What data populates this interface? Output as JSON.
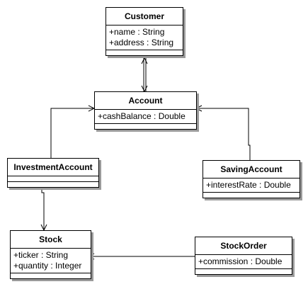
{
  "diagram": {
    "classes": [
      {
        "id": "customer",
        "name": "Customer",
        "attributes": [
          "+name : String",
          "+address : String"
        ]
      },
      {
        "id": "account",
        "name": "Account",
        "attributes": [
          "+cashBalance : Double"
        ]
      },
      {
        "id": "investment-account",
        "name": "InvestmentAccount",
        "attributes": []
      },
      {
        "id": "saving-account",
        "name": "SavingAccount",
        "attributes": [
          "+interestRate : Double"
        ]
      },
      {
        "id": "stock",
        "name": "Stock",
        "attributes": [
          "+ticker : String",
          "+quantity : Integer"
        ]
      },
      {
        "id": "stock-order",
        "name": "StockOrder",
        "attributes": [
          "+commission : Double"
        ]
      }
    ],
    "relations": [
      {
        "type": "bidirectional-association",
        "from": "customer",
        "to": "account"
      },
      {
        "type": "generalization",
        "from": "investment-account",
        "to": "account"
      },
      {
        "type": "generalization",
        "from": "saving-account",
        "to": "account"
      },
      {
        "type": "association",
        "from": "investment-account",
        "to": "stock"
      },
      {
        "type": "association",
        "from": "stock-order",
        "to": "stock"
      }
    ]
  }
}
